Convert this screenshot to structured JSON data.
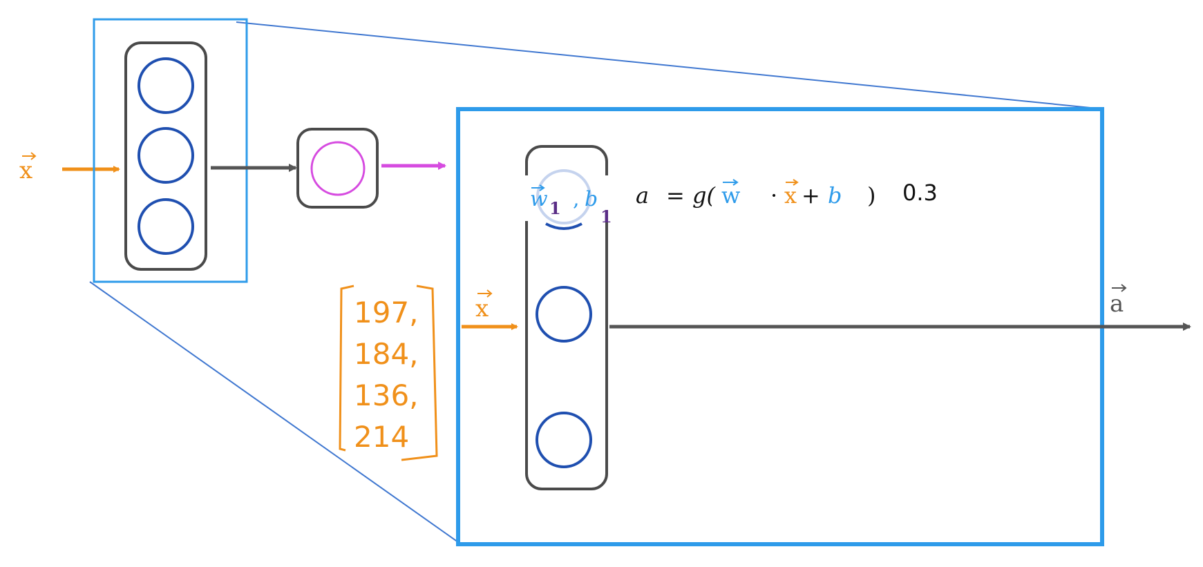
{
  "labels": {
    "input_left": "x",
    "input_zoom": "x",
    "output": "a",
    "w_sym": "w",
    "w_sub": "1",
    "comma": ",",
    "b_sym": "b",
    "b_sub": "1"
  },
  "equation": {
    "lhs": "a",
    "equals": "=",
    "func_open": "g(",
    "w": "w",
    "dot": "·",
    "x": "x",
    "plus": "+",
    "b": "b",
    "close": ")",
    "result": "0.3"
  },
  "input_values": [
    "197,",
    "184,",
    "136,",
    "214"
  ],
  "colors": {
    "input_orange": "#F0901A",
    "layer_blue": "#2E9BEA",
    "neuron_blue": "#1F4FB0",
    "output_magenta": "#D64BE0",
    "subscript_purple": "#5A2D86",
    "arrow_gray": "#555555",
    "box_gray": "#4A4A4A",
    "zoom_line": "#3F77D0"
  }
}
